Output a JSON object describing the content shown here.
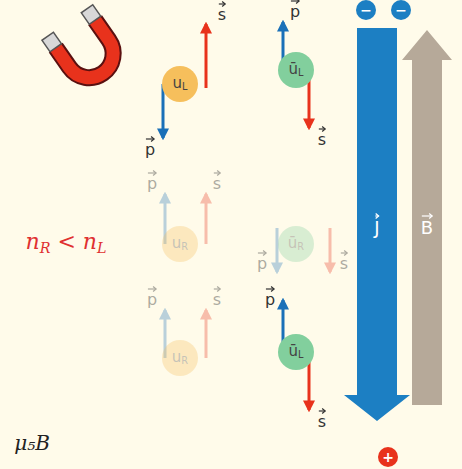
{
  "diagram": {
    "nodes": [
      {
        "text": [
          "−"
        ]
      },
      {
        "text": [
          "−"
        ]
      },
      {
        "text": [
          "uL"
        ]
      },
      {
        "text": [
          "ūL"
        ]
      },
      {
        "text": [
          "uR"
        ]
      },
      {
        "text": [
          "ūR"
        ]
      },
      {
        "text": [
          "uR"
        ]
      },
      {
        "text": [
          "ūL"
        ]
      },
      {
        "text": [
          "+"
        ]
      }
    ],
    "labels": [
      "s",
      "p",
      "p",
      "s",
      "J",
      "B",
      "p",
      "s",
      "nR < nL",
      "p",
      "s",
      "p",
      "s",
      "p",
      "s",
      "μ₅B"
    ]
  }
}
